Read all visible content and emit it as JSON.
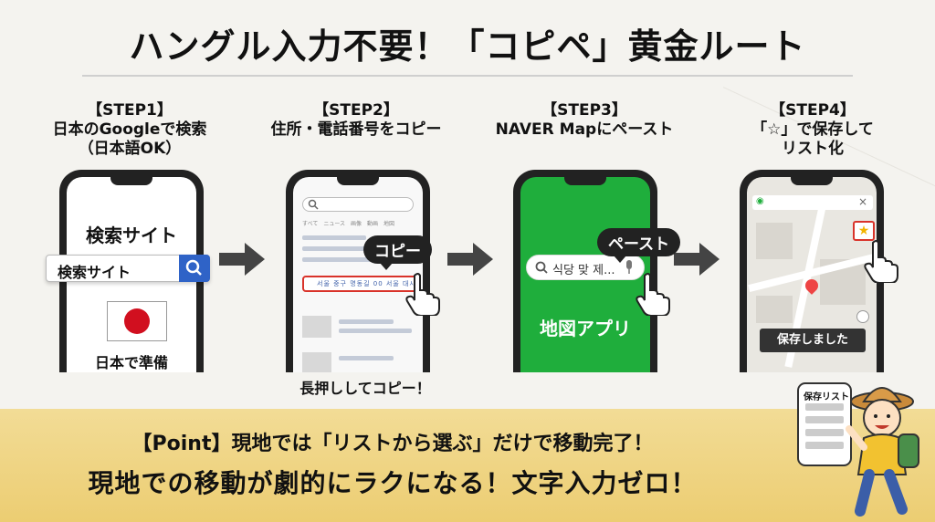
{
  "title": "ハングル入力不要！「コピペ」黄金ルート",
  "steps": [
    {
      "header": "【STEP1】",
      "desc1": "日本のGoogleで検索",
      "desc2": "（日本語OK）"
    },
    {
      "header": "【STEP2】",
      "desc1": "住所・電話番号をコピー",
      "desc2": ""
    },
    {
      "header": "【STEP3】",
      "desc1": "NAVER Mapにペースト",
      "desc2": ""
    },
    {
      "header": "【STEP4】",
      "desc1": "「☆」で保存して",
      "desc2": "リスト化"
    }
  ],
  "phone1": {
    "heading": "検索サイト",
    "search_text": "検索サイト",
    "bottom_text": "日本で準備"
  },
  "phone2": {
    "tabs": "すべて　ニュース　画像　動画　地図",
    "highlight_text": "서울 중구 명동길 00 서울 대시...",
    "bubble": "コピー",
    "caption": "長押ししてコピー！"
  },
  "phone3": {
    "search_text": "식당 맞 제...",
    "bubble": "ペースト",
    "app_label": "地図アプリ"
  },
  "phone4": {
    "star": "★",
    "close": "×",
    "saved": "保存しました"
  },
  "mascot": {
    "list_label": "保存リスト"
  },
  "point_text": "【Point】現地では「リストから選ぶ」だけで移動完了！",
  "main_text": "現地での移動が劇的にラクになる！文字入力ゼロ！",
  "colors": {
    "band": "#eccd72",
    "naver_green": "#1fae3c",
    "search_blue": "#2f63c7",
    "highlight_red": "#d9332a"
  }
}
